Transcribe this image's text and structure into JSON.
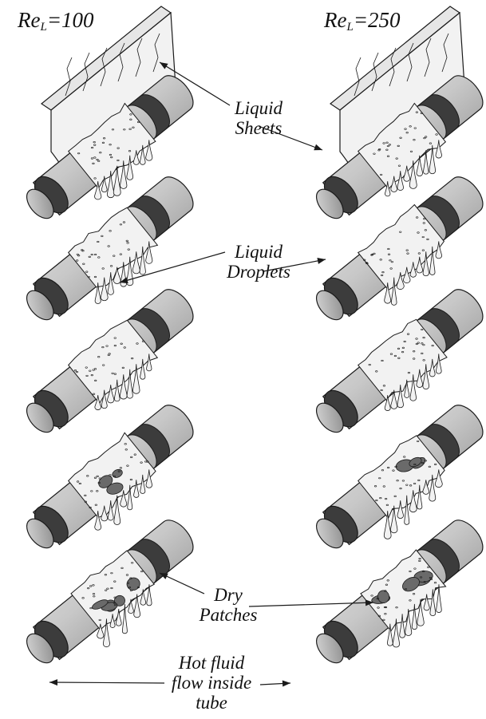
{
  "columns": [
    {
      "header": {
        "prefix": "Re",
        "subscript": "L",
        "value": "=100"
      }
    },
    {
      "header": {
        "prefix": "Re",
        "subscript": "L",
        "value": "=250"
      }
    }
  ],
  "labels": {
    "liquid_sheets": [
      "Liquid",
      "Sheets"
    ],
    "liquid_droplets": [
      "Liquid",
      "Droplets"
    ],
    "dry_patches": [
      "Dry",
      "Patches"
    ],
    "hot_fluid": [
      "Hot fluid",
      "flow inside",
      "tube"
    ]
  },
  "colors": {
    "liquid": "#f2f2f2",
    "tube_surface": "#c4c4c4",
    "tube_dark": "#6a6a6a",
    "tube_band": "#3c3c3c",
    "outline": "#1a1a1a"
  }
}
